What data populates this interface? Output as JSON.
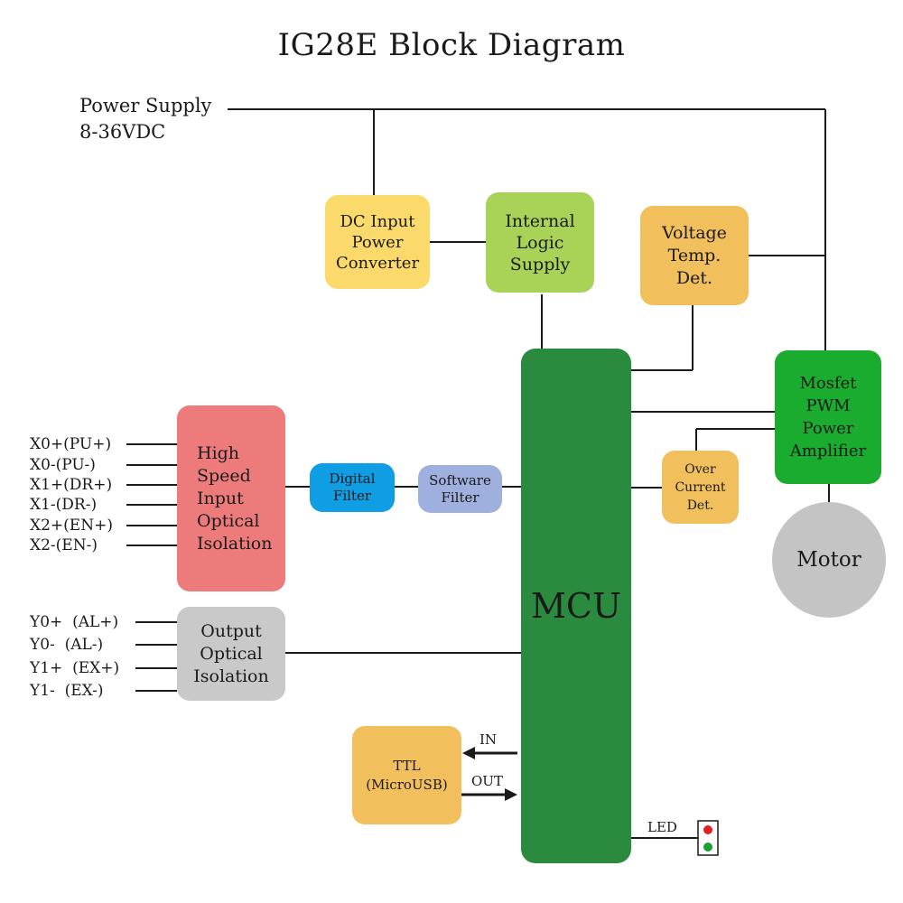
{
  "title": "IG28E Block Diagram",
  "power_supply": {
    "line1": "Power Supply",
    "line2": "8-36VDC"
  },
  "blocks": {
    "dc_input": "DC Input\nPower\nConverter",
    "internal_logic": "Internal\nLogic\nSupply",
    "voltage_temp": "Voltage\nTemp.\nDet.",
    "mosfet": "Mosfet\nPWM\nPower\nAmplifier",
    "high_speed": "High\nSpeed\nInput\nOptical\nIsolation",
    "digital_filter": "Digital\nFilter",
    "software_filter": "Software\nFilter",
    "over_current": "Over\nCurrent\nDet.",
    "motor": "Motor",
    "mcu": "MCU",
    "output_iso": "Output\nOptical\nIsolation",
    "ttl": "TTL\n(MicroUSB)"
  },
  "inputs": [
    "X0+(PU+)",
    "X0-(PU-)",
    "X1+(DR+)",
    "X1-(DR-)",
    "X2+(EN+)",
    "X2-(EN-)"
  ],
  "outputs": [
    "Y0+  (AL+)",
    "Y0-  (AL-)",
    "Y1+  (EX+)",
    "Y1-  (EX-)"
  ],
  "ttl_in": "IN",
  "ttl_out": "OUT",
  "led": "LED",
  "colors": {
    "yellow": "#fbd96a",
    "lime": "#a9d356",
    "orange": "#f2bf5d",
    "green": "#1aac2e",
    "red": "#ee7b7b",
    "blue": "#0f9de3",
    "lavender": "#9fb0de",
    "gray": "#c9c9c9",
    "mcu": "#2a8a3e",
    "motor": "#c4c4c4"
  }
}
